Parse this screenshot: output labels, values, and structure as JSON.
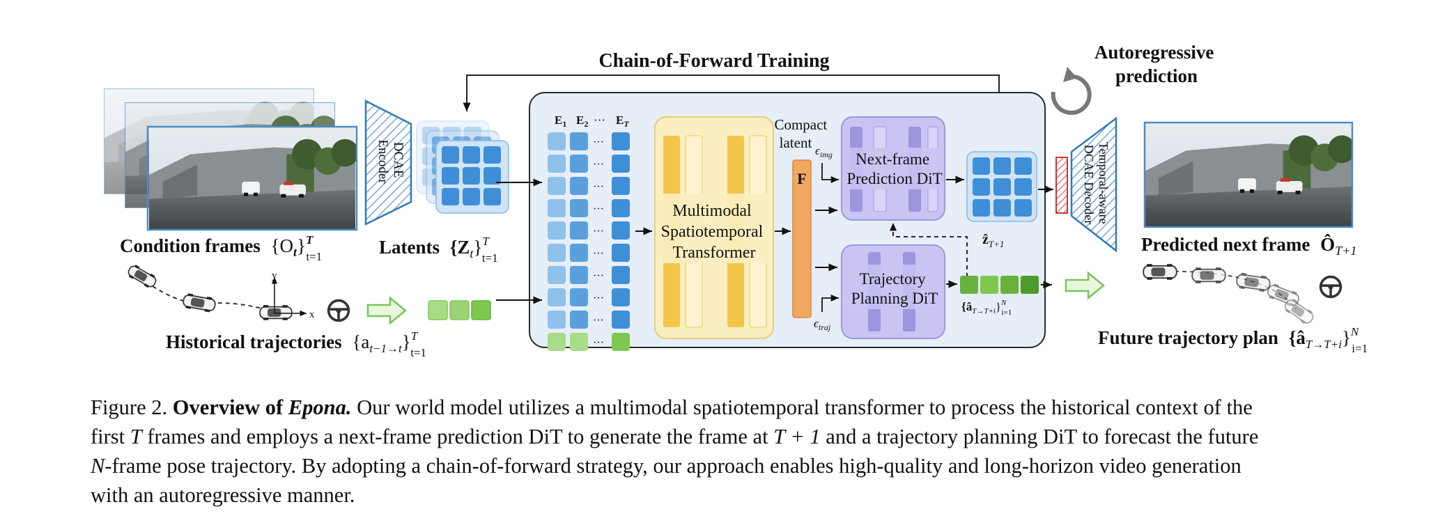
{
  "top_labels": {
    "chain_of_forward": "Chain-of-Forward Training",
    "autoregressive_line1": "Autoregressive",
    "autoregressive_line2": "prediction"
  },
  "left": {
    "condition_frames": "Condition frames",
    "condition_math_base": "{O",
    "condition_math_sub": "t",
    "condition_math_end": "}",
    "condition_sup": "T",
    "condition_subscript": "t=1",
    "dcae_encoder_line1": "DCAE",
    "dcae_encoder_line2": "Encoder",
    "latents": "Latents",
    "latents_math": "{Z",
    "latents_sub": "t",
    "latents_end": "}",
    "latents_sup": "T",
    "latents_subscript": "t=1",
    "historical": "Historical trajectories",
    "hist_math": "{a",
    "hist_sub": "t−1→t",
    "hist_end": "}",
    "hist_sup": "T",
    "hist_subscript": "t=1",
    "axis_y": "y",
    "axis_x": "x"
  },
  "center": {
    "e1": "E",
    "e1_sub": "1",
    "e2": "E",
    "e2_sub": "2",
    "dots": "···",
    "eT": "E",
    "eT_sub": "T",
    "mst_line1": "Multimodal",
    "mst_line2": "Spatiotemporal",
    "mst_line3": "Transformer",
    "compact_line1": "Compact",
    "compact_line2": "latent",
    "f_label": "F",
    "eps_img": "ϵ",
    "eps_img_sub": "img",
    "eps_traj": "ϵ",
    "eps_traj_sub": "traj",
    "nfp_line1": "Next-frame",
    "nfp_line2": "Prediction DiT",
    "tp_line1": "Trajectory",
    "tp_line2": "Planning  DiT",
    "z_hat": "ẑ",
    "z_hat_sub": "T+1",
    "a_hat_set": "{â",
    "a_hat_sub": "T→T+i",
    "a_hat_end": "}",
    "a_hat_sup": "N",
    "a_hat_subscript": "i=1"
  },
  "right": {
    "decoder_line1": "Temporal-aware",
    "decoder_line2": "DCAE Decoder",
    "predicted_frame": "Predicted next frame",
    "predicted_math": "Ô",
    "predicted_sub": "T+1",
    "future_plan": "Future trajectory plan",
    "future_math": "{â",
    "future_sub": "T→T+i",
    "future_end": "}",
    "future_sup": "N",
    "future_subscript": "i=1"
  },
  "caption": {
    "fig": "Figure 2.",
    "title_a": "Overview of",
    "title_b": "Epona.",
    "l1": "Our world model utilizes a multimodal spatiotemporal transformer to process the historical context of the",
    "l2a": "first",
    "l2_T": "T",
    "l2b": "frames and employs a next-frame prediction DiT to generate the frame at",
    "l2_T1": "T + 1",
    "l2c": "and a trajectory planning DiT to forecast the future",
    "l3_N": "N",
    "l3": "-frame pose trajectory.  By adopting a chain-of-forward strategy, our approach enables high-quality and long-horizon video generation",
    "l4": "with an autoregressive manner."
  },
  "colors": {
    "panel_bg": "#e6eef8",
    "latent_blue": "#3f8ed8",
    "latent_light": "#9ccaee",
    "green_token": "#7ec850",
    "mst_yellow": "#fbeec0",
    "bar_yellow": "#f3c64a",
    "f_orange": "#f2a860",
    "dit_purple": "#c9c4f2",
    "dit_bar": "#9d96de",
    "encoder_blue": "#2f7bb5"
  }
}
